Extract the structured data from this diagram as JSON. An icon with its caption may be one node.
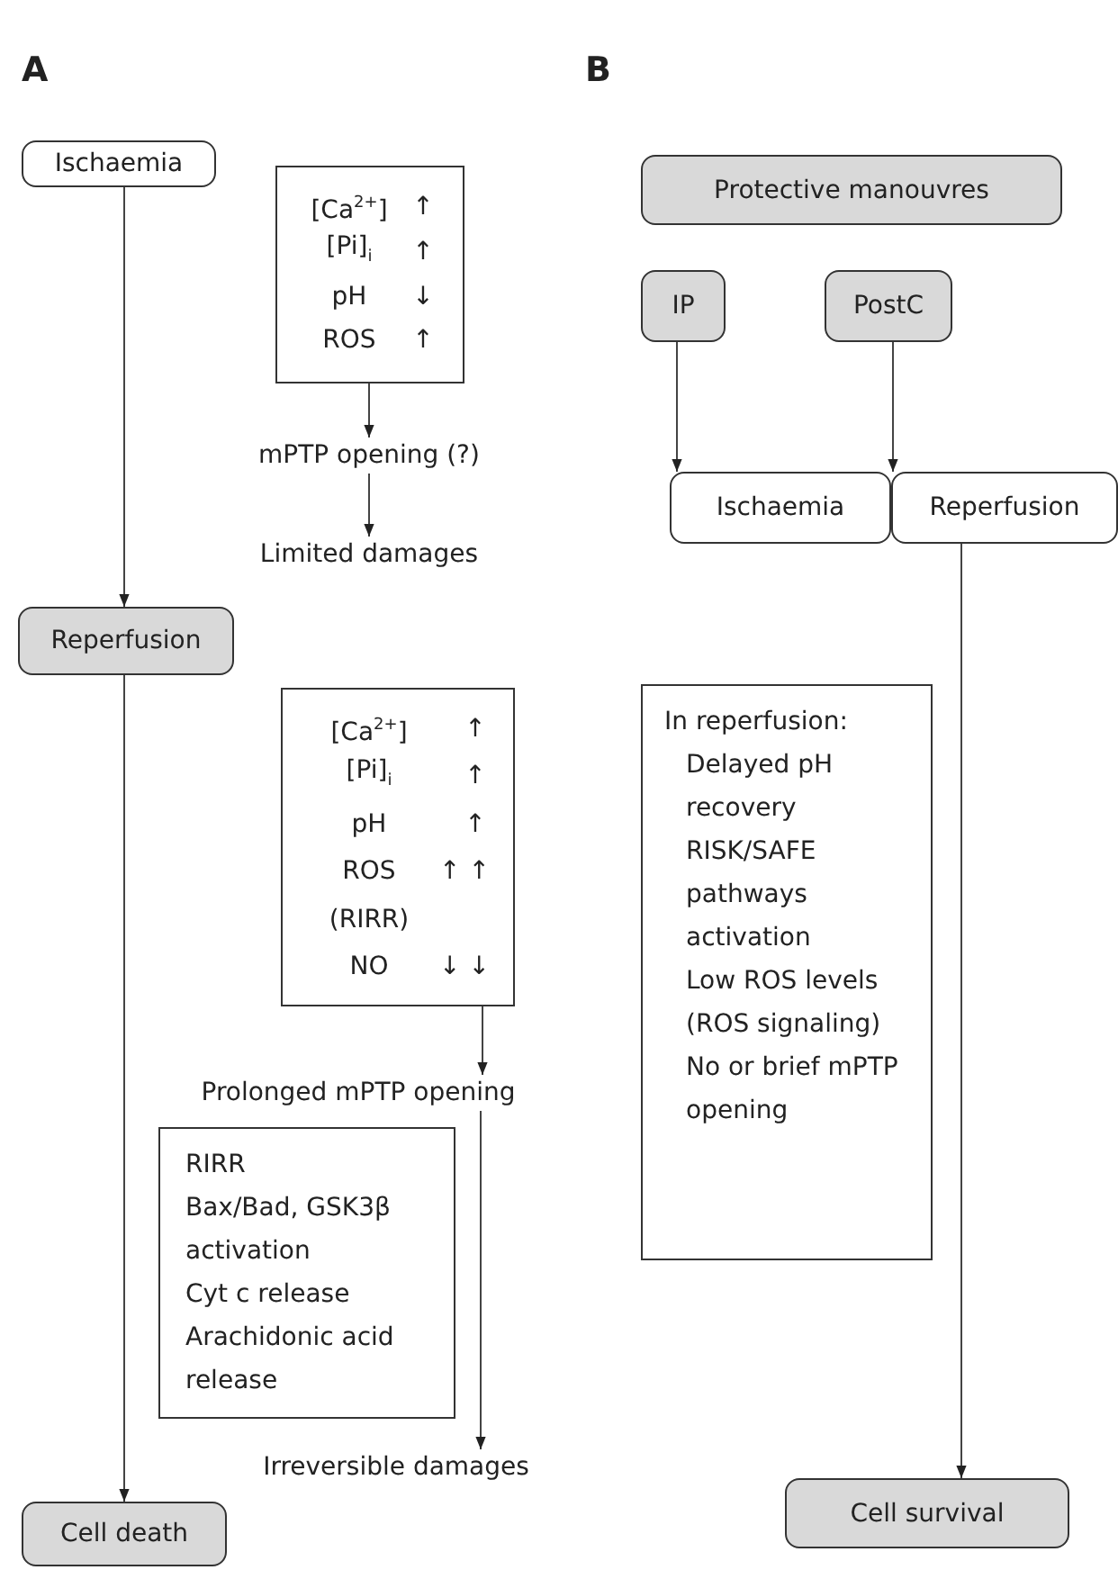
{
  "diagram": {
    "nodes": [
      {
        "text": [
          "Ischaemia"
        ]
      },
      {
        "text": [
          "[Ca$^{2+}$]",
          "↑",
          "[Pi]$_{i}$",
          "↑",
          "pH",
          "↓",
          "ROS",
          "↑"
        ]
      },
      {
        "text": [
          "mPTP opening (?)"
        ]
      },
      {
        "text": [
          "Limited damages"
        ]
      },
      {
        "text": [
          "Reperfusion"
        ]
      },
      {
        "text": [
          "[Ca$^{2+}$]",
          "↑",
          "[Pi]$_{i}$",
          "↑",
          "pH",
          "↑",
          "ROS",
          "↑ ↑",
          "(RIRR)",
          "NO",
          "↓ ↓"
        ]
      },
      {
        "text": [
          "Prolonged mPTP opening"
        ]
      },
      {
        "text": [
          "RIRR",
          "Bax/Bad, GSK3β activation",
          "Cyt c release",
          "Arachidonic acid release"
        ]
      },
      {
        "text": [
          "Irreversible damages"
        ]
      },
      {
        "text": [
          "Cell death"
        ]
      },
      {
        "text": [
          "Protective manouvres"
        ]
      },
      {
        "text": [
          "IP"
        ]
      },
      {
        "text": [
          "PostC"
        ]
      },
      {
        "text": [
          "Ischaemia"
        ]
      },
      {
        "text": [
          "Reperfusion"
        ]
      },
      {
        "text": [
          "In reperfusion:",
          "Delayed pH recovery",
          "RISK/SAFE pathways activation",
          "Low ROS levels (ROS signaling)",
          "No or brief mPTP opening"
        ]
      },
      {
        "text": [
          "Cell survival"
        ]
      }
    ],
    "edges": [
      {
        "from": 0,
        "to": 4,
        "arrow": "to"
      },
      {
        "from": 1,
        "to": 2,
        "arrow": "to"
      },
      {
        "from": 2,
        "to": 3,
        "arrow": "to"
      },
      {
        "from": 4,
        "to": 9,
        "arrow": "to"
      },
      {
        "from": 5,
        "to": 6,
        "arrow": "to"
      },
      {
        "from": 6,
        "to": 8,
        "arrow": "to"
      },
      {
        "from": 11,
        "to": 13,
        "arrow": "to"
      },
      {
        "from": 12,
        "to": 14,
        "arrow": "to"
      },
      {
        "from": 14,
        "to": 16,
        "arrow": "to"
      }
    ],
    "labels": [
      "A",
      "B"
    ]
  }
}
